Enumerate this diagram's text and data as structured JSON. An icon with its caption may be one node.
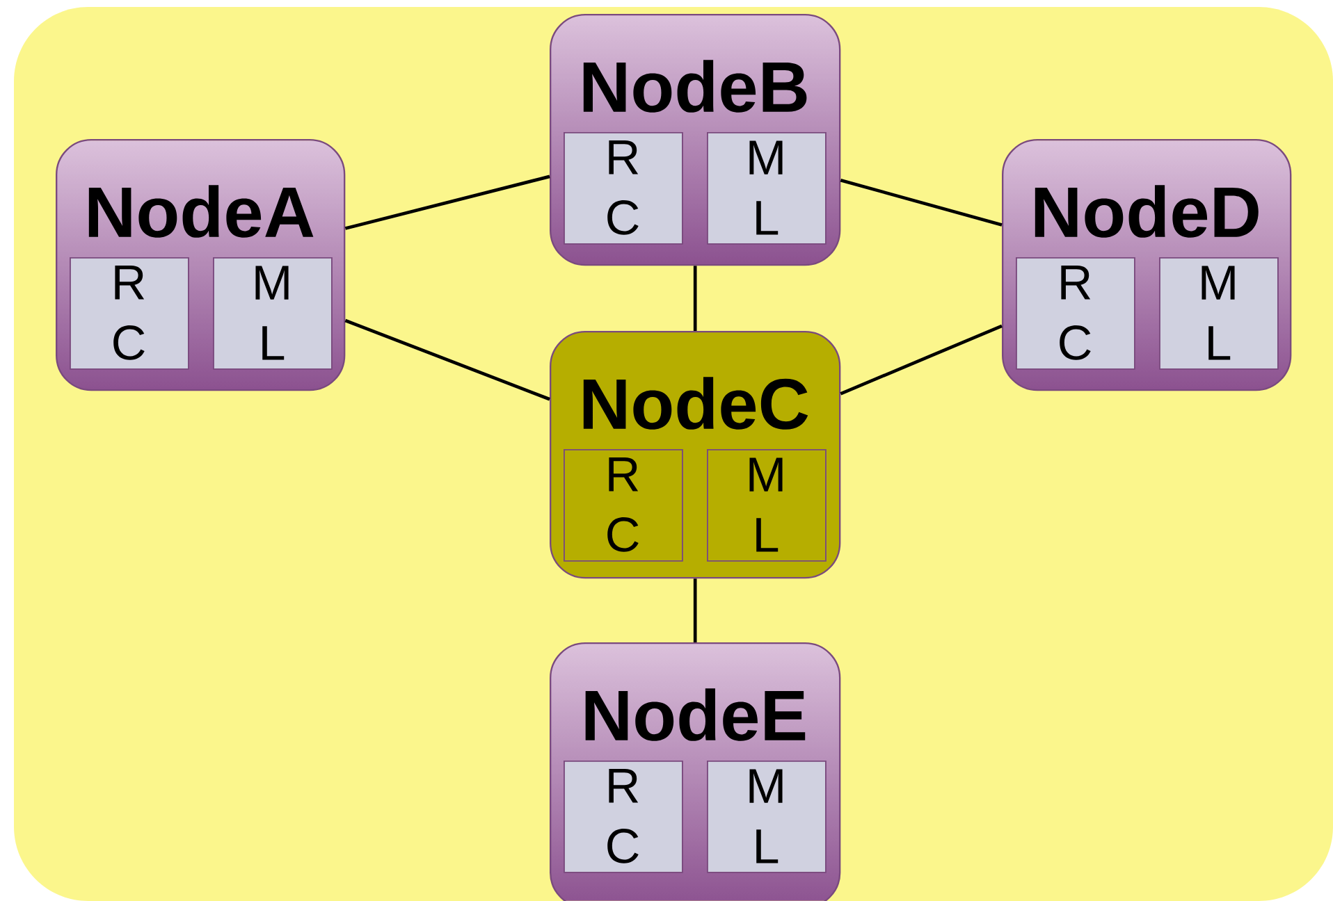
{
  "diagram": {
    "nodes": [
      {
        "text": [
          "NodeB"
        ]
      },
      {
        "text": [
          "R C"
        ],
        "in": 0
      },
      {
        "text": [
          "M L"
        ],
        "in": 0
      },
      {
        "text": [
          "NodeA"
        ]
      },
      {
        "text": [
          "R C"
        ],
        "in": 3
      },
      {
        "text": [
          "M L"
        ],
        "in": 3
      },
      {
        "text": [
          "NodeD"
        ]
      },
      {
        "text": [
          "R C"
        ],
        "in": 6
      },
      {
        "text": [
          "M L"
        ],
        "in": 6
      },
      {
        "text": [
          "NodeC"
        ]
      },
      {
        "text": [
          "R C"
        ],
        "in": 9
      },
      {
        "text": [
          "M L"
        ],
        "in": 9
      },
      {
        "text": [
          "NodeE"
        ]
      },
      {
        "text": [
          "R C"
        ],
        "in": 12
      },
      {
        "text": [
          "M L"
        ],
        "in": 12
      }
    ],
    "edges": [
      {
        "from": 3,
        "to": 0,
        "arrow": "none"
      },
      {
        "from": 0,
        "to": 6,
        "arrow": "none"
      },
      {
        "from": 0,
        "to": 9,
        "arrow": "none"
      },
      {
        "from": 3,
        "to": 9,
        "arrow": "none"
      },
      {
        "from": 6,
        "to": 9,
        "arrow": "none"
      },
      {
        "from": 9,
        "to": 12,
        "arrow": "none"
      }
    ]
  }
}
